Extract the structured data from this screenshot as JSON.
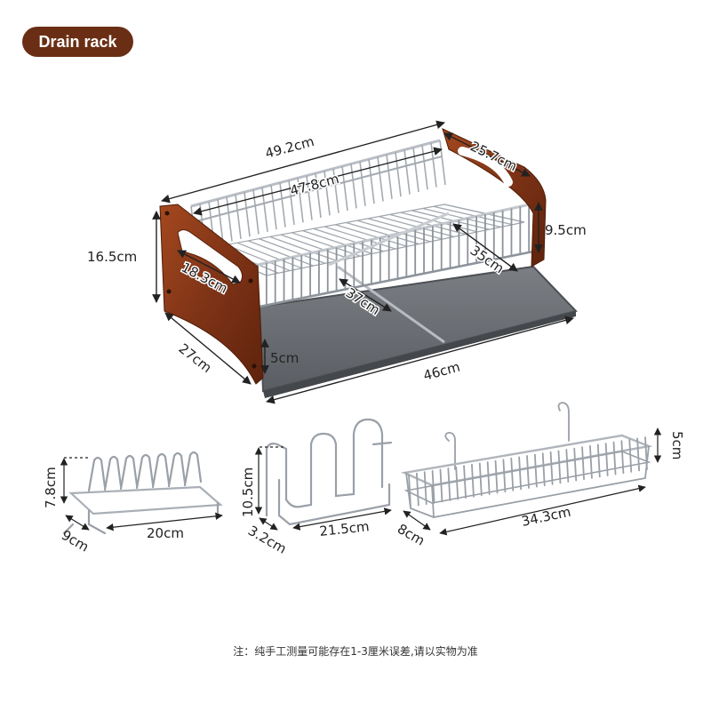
{
  "title": "Drain rack",
  "colors": {
    "badge": "#6a2e14",
    "wood": "#8a3a1c",
    "steel": "#9aa0a8",
    "tray": "#6f7378"
  },
  "dimensions": {
    "main_width": "49.2cm",
    "inner_width": "47.8cm",
    "right_depth": "25.7cm",
    "right_height": "9.5cm",
    "total_height": "16.5cm",
    "handle": "18.3cm",
    "divider_length": "37cm",
    "inner_depth": "35cm",
    "base_depth": "27cm",
    "tray_gap": "5cm",
    "tray_width": "46cm"
  },
  "accessories": {
    "plate_rack": {
      "height": "7.8cm",
      "depth": "9cm",
      "width": "20cm"
    },
    "hook": {
      "height": "10.5cm",
      "depth": "3.2cm",
      "width": "21.5cm"
    },
    "basket": {
      "height": "5cm",
      "depth": "8cm",
      "width": "34.3cm"
    }
  },
  "footnote": "注：纯手工测量可能存在1-3厘米误差,请以实物为准"
}
